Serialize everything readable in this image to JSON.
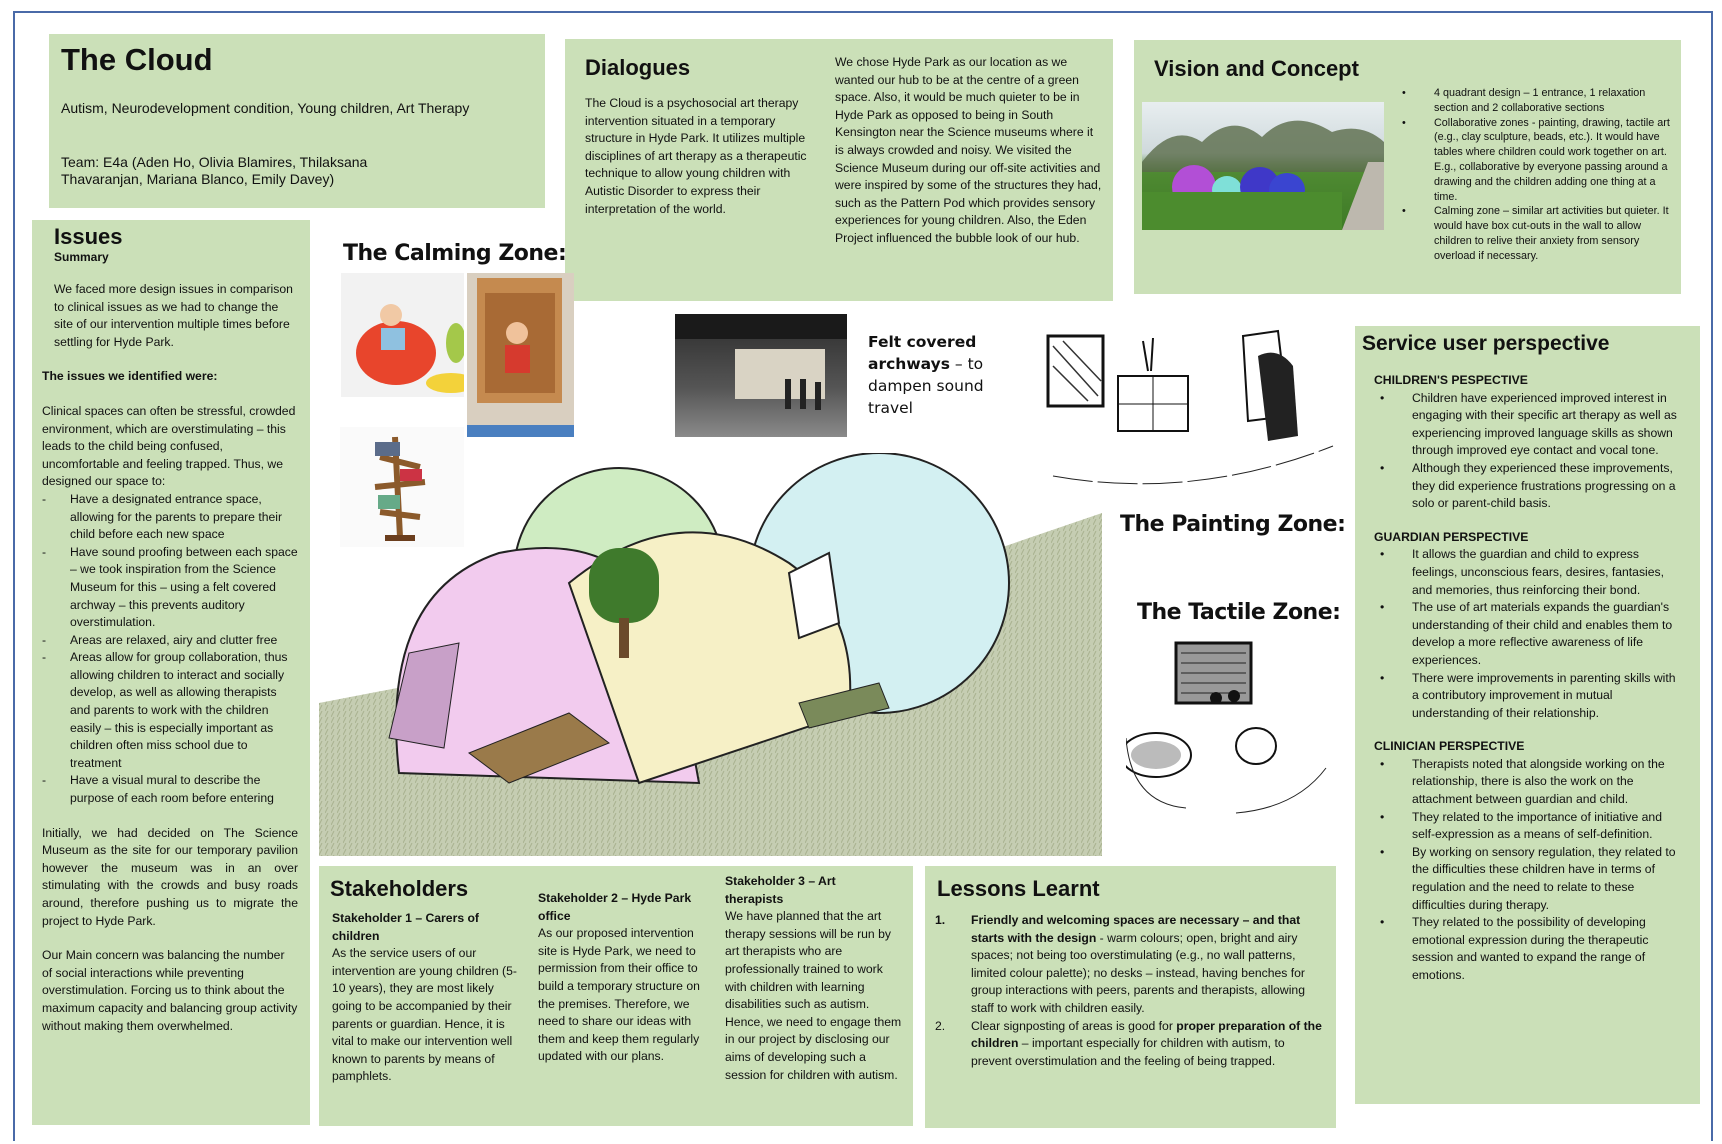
{
  "title": {
    "heading": "The Cloud",
    "keywords": "Autism, Neurodevelopment condition, Young children, Art Therapy",
    "team": "Team: E4a (Aden Ho, Olivia Blamires, Thilaksana Thavaranjan, Mariana Blanco, Emily Davey)"
  },
  "issues": {
    "heading": "Issues",
    "summary_label": "Summary",
    "summary": "We faced more design issues in comparison to clinical issues as we had to change the site of our intervention multiple times before settling for Hyde Park.",
    "identified_label": "The issues we identified were:",
    "clinical": "Clinical spaces can often be stressful, crowded environment, which are overstimulating – this leads to the child being confused, uncomfortable and feeling trapped. Thus, we designed our space to:",
    "items": [
      "Have a designated entrance space, allowing for the parents to prepare their child before each new space",
      "Have sound proofing between each space – we took inspiration from the Science Museum for this – using a felt covered archway – this prevents auditory overstimulation.",
      "Areas are relaxed, airy and clutter free",
      "Areas allow for group collaboration, thus allowing children to interact and socially develop, as well as allowing therapists and parents to work with the children easily – this is especially important as children often miss school due to treatment",
      "Have a visual mural to describe the purpose of each room before entering"
    ],
    "initially": "Initially, we had decided on The Science Museum as the site for our temporary pavilion however the museum was in an over stimulating with the crowds and busy roads around, therefore pushing us to migrate the project to Hyde Park.",
    "concern": "Our Main concern was balancing the number of social interactions while preventing overstimulation. Forcing us to think about the maximum capacity and balancing group activity without making them overwhelmed."
  },
  "dialogues": {
    "heading": "Dialogues",
    "left": "The Cloud is a psychosocial art therapy intervention situated in a temporary structure in Hyde Park. It utilizes multiple disciplines of art therapy as a therapeutic technique to allow young children with Autistic Disorder to express their interpretation of the world.",
    "right": "We chose Hyde Park as our location as we wanted our hub to be at the centre of a green space. Also, it would be much quieter to be in Hyde Park as opposed to being in South Kensington near the Science museums where it is always crowded and noisy. We visited the Science Museum during our off-site activities and were inspired by some of the structures they had, such as the Pattern Pod which provides sensory experiences for young children. Also, the Eden Project influenced the bubble look of our hub."
  },
  "vision": {
    "heading": "Vision and Concept",
    "items": [
      "4 quadrant design – 1 entrance, 1 relaxation section and 2 collaborative sections",
      "Collaborative zones - painting, drawing, tactile art (e.g., clay sculpture, beads, etc.). It would have tables where children could work together on art. E.g., collaborative by everyone passing around a drawing and the children adding one thing at a time.",
      "Calming zone – similar art activities but quieter. It would have box cut-outs in the wall to allow children to relive their anxiety from sensory overload if necessary."
    ]
  },
  "zones": {
    "calming": "The Calming Zone:",
    "painting": "The Painting Zone:",
    "tactile": "The Tactile Zone:"
  },
  "felt": {
    "bold": "Felt covered archways",
    "rest": " – to dampen sound travel"
  },
  "service": {
    "heading": "Service user perspective",
    "sections": [
      {
        "label": "CHILDREN'S PESPECTIVE",
        "items": [
          "Children have experienced improved interest in engaging with their specific art therapy as well as experiencing improved language skills as shown through improved eye contact and vocal tone.",
          "Although they experienced these improvements, they did experience frustrations progressing on a solo or parent-child basis."
        ]
      },
      {
        "label": "GUARDIAN PERSPECTIVE",
        "items": [
          "It allows the guardian and child to express feelings, unconscious fears, desires, fantasies, and memories, thus reinforcing their bond.",
          "The use of art materials expands the guardian's understanding of their child and enables them to develop a more reflective awareness of life experiences.",
          "There were improvements in parenting skills with a contributory improvement in mutual understanding of their relationship."
        ]
      },
      {
        "label": "CLINICIAN PERSPECTIVE",
        "items": [
          "Therapists noted that alongside working on the relationship, there is also the work on the attachment between guardian and child.",
          "They related to the importance of initiative and self-expression as a means of self-definition.",
          "By working on sensory regulation, they related to the difficulties these children have in terms of regulation and the need to relate to these difficulties during therapy.",
          "They related to the possibility of developing emotional expression during the therapeutic session and wanted to expand the range of emotions."
        ]
      }
    ]
  },
  "stakeholders": {
    "heading": "Stakeholders",
    "s1_label": "Stakeholder 1 – Carers of children",
    "s1": "As the service users of our intervention are young children (5-10 years), they are most likely going to be accompanied by their parents or guardian. Hence, it is vital to make our intervention well known to parents by means of pamphlets.",
    "s2_label": "Stakeholder 2 – Hyde Park office",
    "s2": "As our proposed intervention site is Hyde Park, we need to permission from their office to build a temporary structure on the premises. Therefore, we need to share our ideas with them and keep them regularly updated with our plans.",
    "s3_label": "Stakeholder 3 – Art therapists",
    "s3": "We have planned that the art therapy sessions will be run by art therapists who are professionally trained to work with children with learning disabilities such as autism. Hence, we need to engage them in our project by disclosing our aims of developing such a session for children with autism."
  },
  "lessons": {
    "heading": "Lessons Learnt",
    "items": [
      {
        "n": "1.",
        "bold": "Friendly and welcoming spaces are necessary – and that starts with the design",
        "rest": " - warm colours; open, bright and airy spaces; not being too overstimulating (e.g., no wall patterns, limited colour palette); no desks – instead, having benches for group interactions with peers, parents and therapists, allowing staff to work with children easily."
      },
      {
        "n": "2.",
        "pre": "Clear signposting of areas is good for ",
        "bold": "proper preparation of the children",
        "rest": " – important especially for children with autism, to prevent overstimulation and the feeling of being trapped."
      }
    ]
  },
  "colors": {
    "panel": "#cbe0b8",
    "frame": "#4a6aa8"
  }
}
